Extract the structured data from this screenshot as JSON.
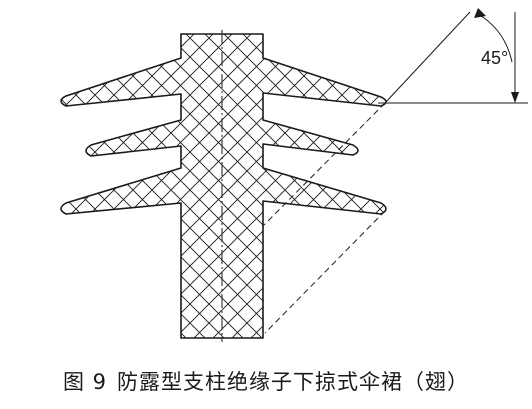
{
  "diagram": {
    "angle_annotation": "45°",
    "colors": {
      "line": "#1a1a1a",
      "hatch": "#1a1a1a",
      "background": "#ffffff"
    }
  },
  "caption": {
    "figure_label": "图 9",
    "text": "防露型支柱绝缘子下掠式伞裙（翅）"
  }
}
